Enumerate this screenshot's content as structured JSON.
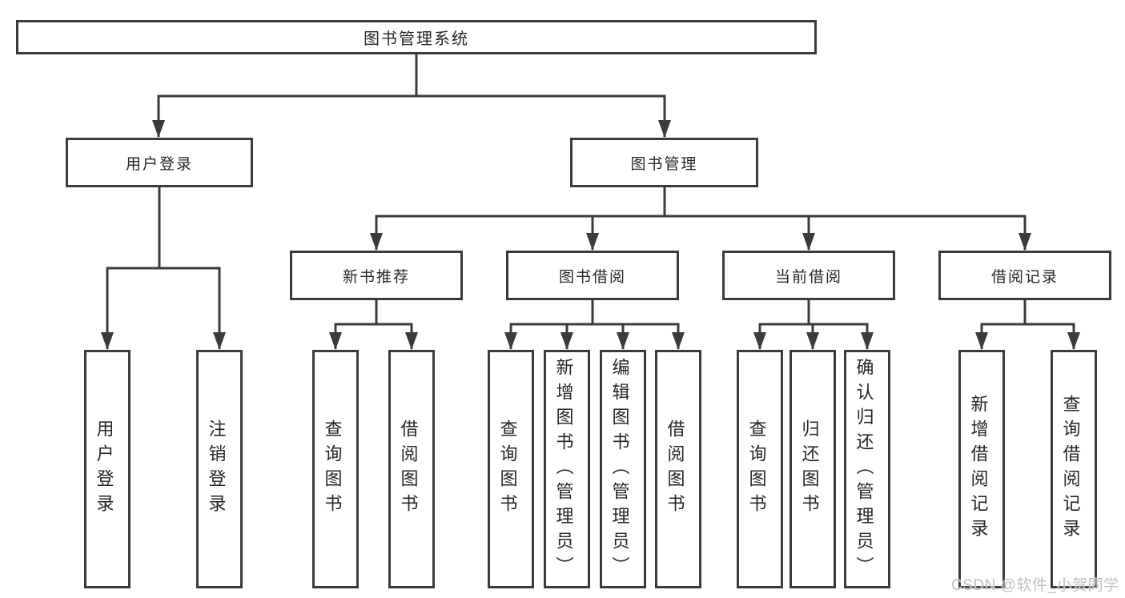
{
  "tree": {
    "label": "图书管理系统",
    "children": [
      {
        "label": "用户登录",
        "children": [
          {
            "label": "用户登录"
          },
          {
            "label": "注销登录"
          }
        ]
      },
      {
        "label": "图书管理",
        "children": [
          {
            "label": "新书推荐",
            "children": [
              {
                "label": "查询图书"
              },
              {
                "label": "借阅图书"
              }
            ]
          },
          {
            "label": "图书借阅",
            "children": [
              {
                "label": "查询图书"
              },
              {
                "label": "新增图书（管理员）"
              },
              {
                "label": "编辑图书（管理员）"
              },
              {
                "label": "借阅图书"
              }
            ]
          },
          {
            "label": "当前借阅",
            "children": [
              {
                "label": "查询图书"
              },
              {
                "label": "归还图书"
              },
              {
                "label": "确认归还（管理员）"
              }
            ]
          },
          {
            "label": "借阅记录",
            "children": [
              {
                "label": "新增借阅记录"
              },
              {
                "label": "查询借阅记录"
              }
            ]
          }
        ]
      }
    ]
  },
  "watermark": "CSDN @软件_小贺同学",
  "colors": {
    "line": "#3b3b3c",
    "text": "#262626",
    "watermark": "#bfbfbf",
    "background": "#ffffff"
  }
}
